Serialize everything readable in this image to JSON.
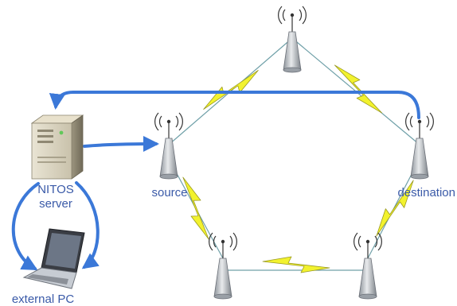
{
  "labels": {
    "server_line1": "NITOS",
    "server_line2": "server",
    "pc": "external PC",
    "source": "source",
    "destination": "destination"
  },
  "colors": {
    "arrow": "#3b78d8",
    "label": "#3a5aa8",
    "lightning": "#f2f22e",
    "lightning_outline": "#9a9a20",
    "link_line": "#6fa0a8",
    "node_body": "#b9bec4"
  },
  "icons": {
    "server": "server-tower-icon",
    "pc": "laptop-icon",
    "node": "wireless-antenna-node-icon"
  }
}
